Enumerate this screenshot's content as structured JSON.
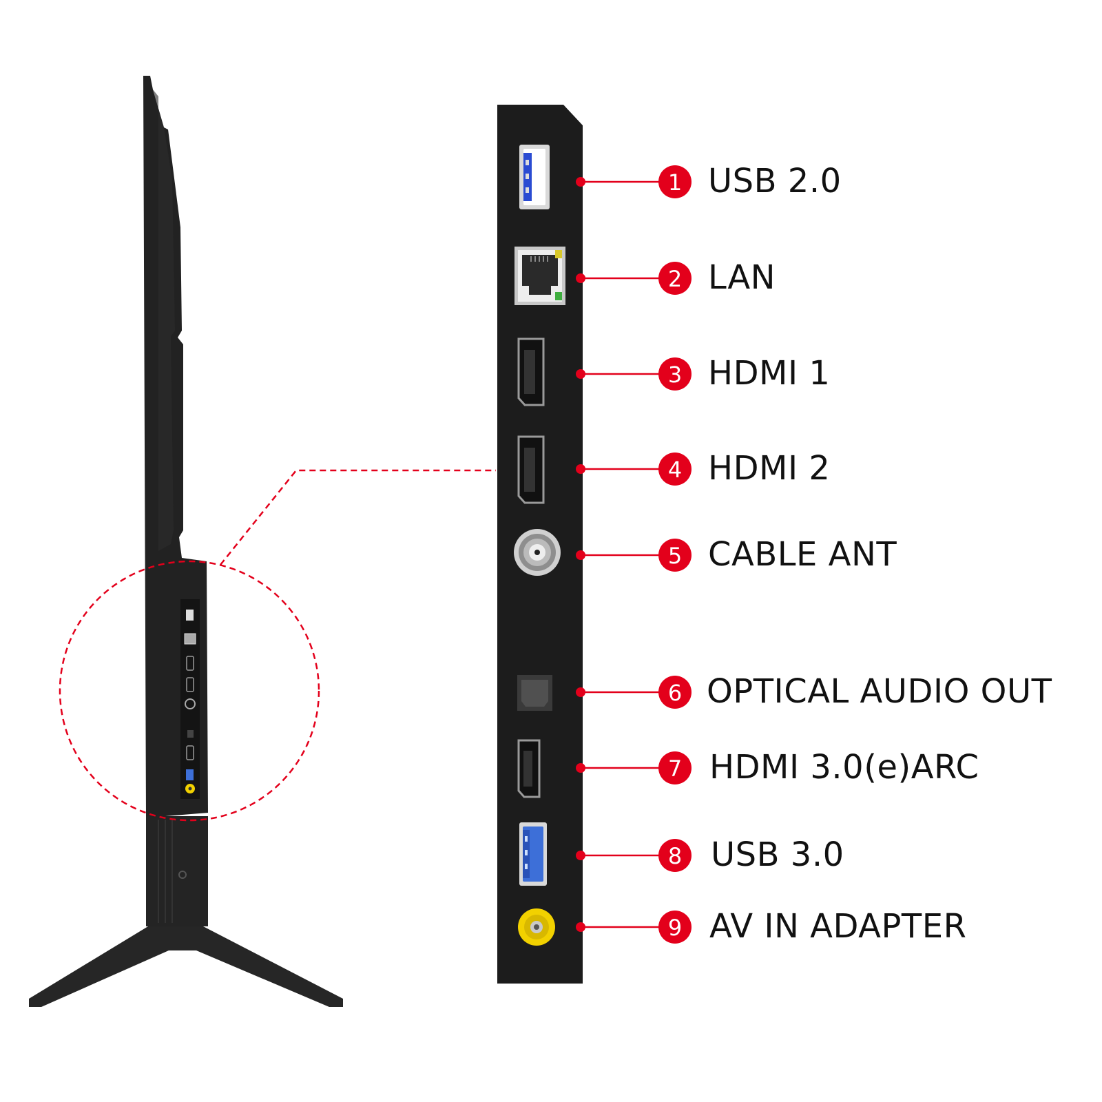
{
  "colors": {
    "accent": "#e3001b",
    "panel": "#1c1c1c",
    "tv_body": "#202020",
    "label_text": "#111111",
    "usb3_blue": "#3d6fd8",
    "av_yellow": "#f2d100",
    "lan_led_yellow": "#d8c82a",
    "lan_led_green": "#3fae3f"
  },
  "ports": [
    {
      "number": "1",
      "label": "USB 2.0",
      "icon": "usb-2-port-icon"
    },
    {
      "number": "2",
      "label": "LAN",
      "icon": "lan-port-icon"
    },
    {
      "number": "3",
      "label": "HDMI 1",
      "icon": "hdmi-port-icon"
    },
    {
      "number": "4",
      "label": "HDMI 2",
      "icon": "hdmi-port-icon"
    },
    {
      "number": "5",
      "label": "CABLE ANT",
      "icon": "coax-port-icon"
    },
    {
      "number": "6",
      "label": "OPTICAL AUDIO OUT",
      "icon": "optical-port-icon"
    },
    {
      "number": "7",
      "label": "HDMI 3.0(e)ARC",
      "icon": "hdmi-port-icon"
    },
    {
      "number": "8",
      "label": "USB 3.0",
      "icon": "usb-3-port-icon"
    },
    {
      "number": "9",
      "label": "AV IN ADAPTER",
      "icon": "av-port-icon"
    }
  ]
}
